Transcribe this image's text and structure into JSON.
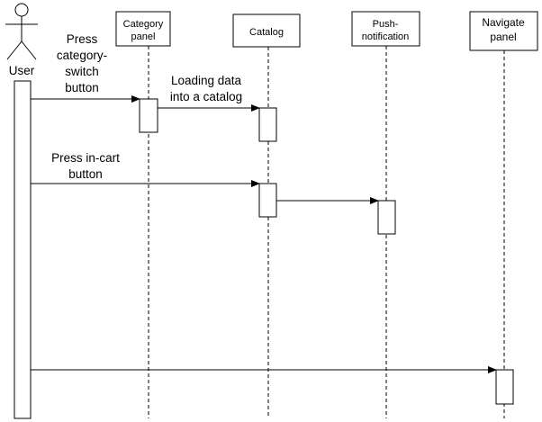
{
  "actor": {
    "name": "User"
  },
  "participants": [
    {
      "id": "category",
      "lines": [
        "Category",
        "panel"
      ]
    },
    {
      "id": "catalog",
      "lines": [
        "Catalog"
      ]
    },
    {
      "id": "push",
      "lines": [
        "Push-",
        "notification"
      ]
    },
    {
      "id": "navigate",
      "lines": [
        "Navigate",
        "panel"
      ]
    }
  ],
  "messages": [
    {
      "id": "press-category-switch",
      "lines": [
        "Press",
        "category-",
        "switch",
        "button"
      ]
    },
    {
      "id": "loading-data",
      "lines": [
        "Loading data",
        "into a catalog"
      ]
    },
    {
      "id": "press-in-cart",
      "lines": [
        "Press in-cart",
        "button"
      ]
    },
    {
      "id": "catalog-to-push",
      "lines": []
    },
    {
      "id": "user-to-navigate",
      "lines": []
    }
  ]
}
